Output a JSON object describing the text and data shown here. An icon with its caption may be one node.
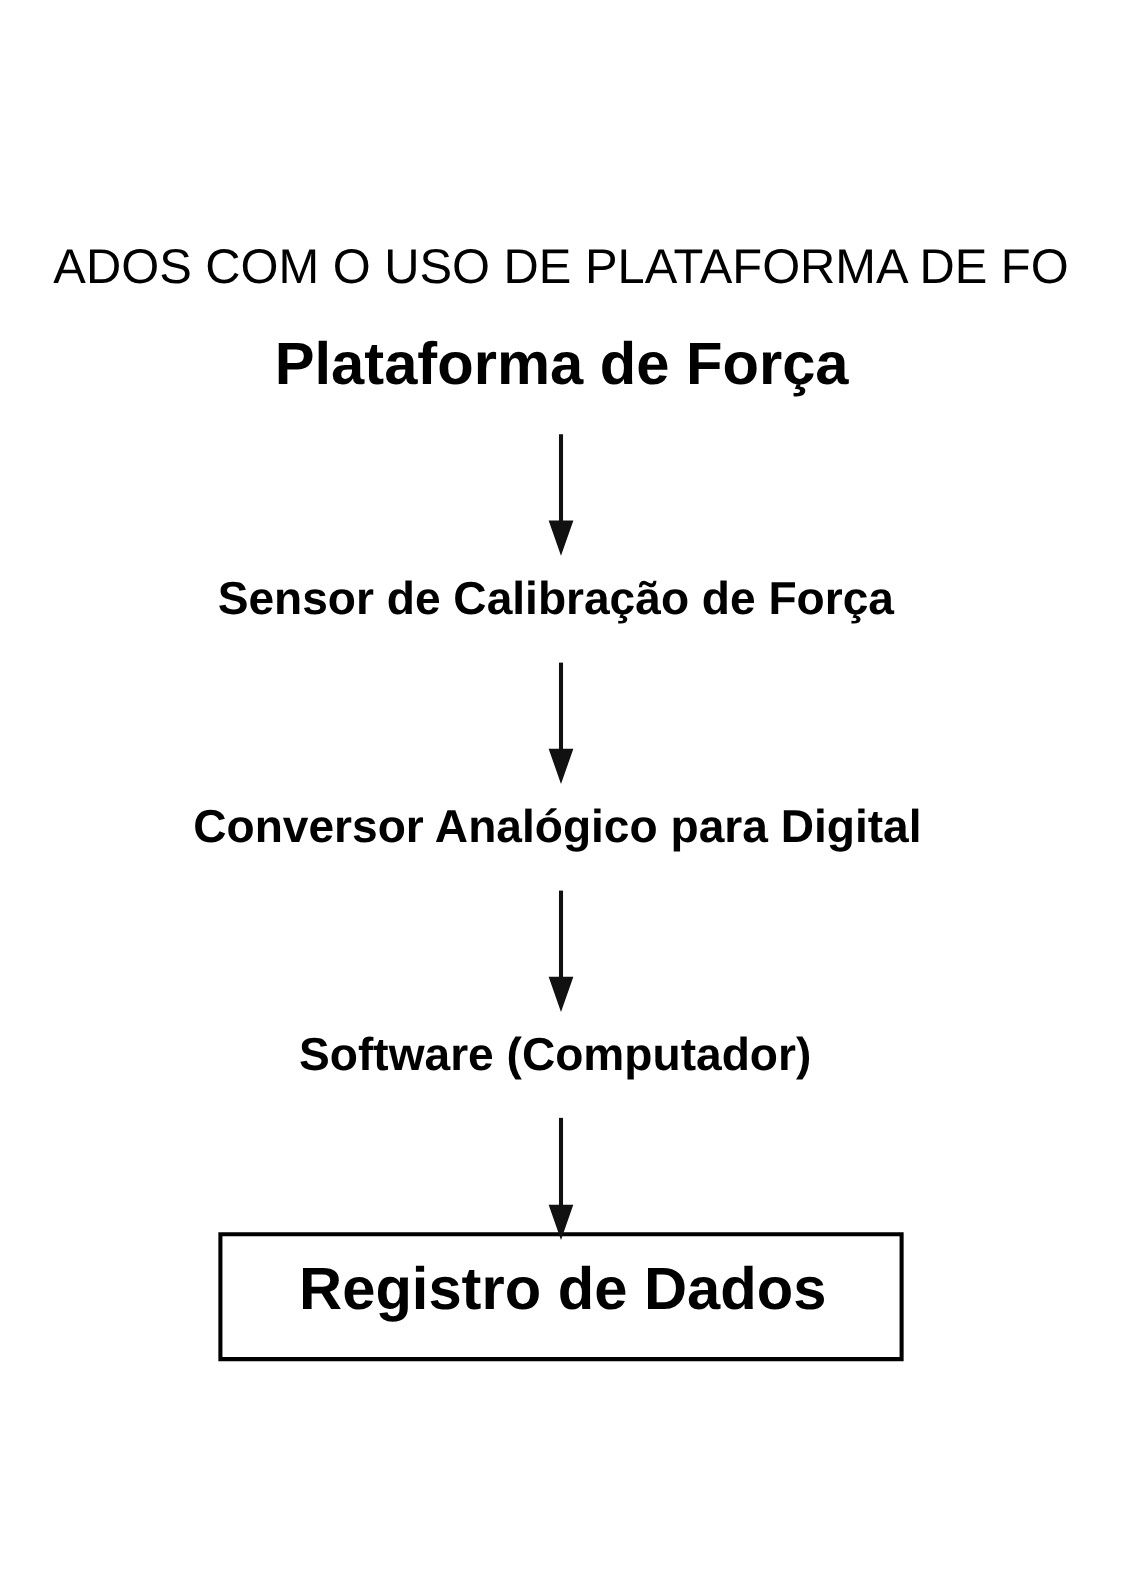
{
  "diagram": {
    "title": "ADOS COM O USO DE PLATAFORMA DE FO",
    "nodes": [
      {
        "text": [
          "Plataforma de Força"
        ]
      },
      {
        "text": [
          "Sensor de Calibração de Força"
        ]
      },
      {
        "text": [
          "Conversor Analógico para Digital"
        ]
      },
      {
        "text": [
          "Software (Computador)"
        ]
      },
      {
        "text": [
          "Registro de Dados"
        ]
      }
    ],
    "edges": [
      {
        "from": 0,
        "to": 1,
        "arrow": "to"
      },
      {
        "from": 1,
        "to": 2,
        "arrow": "to"
      },
      {
        "from": 2,
        "to": 3,
        "arrow": "to"
      },
      {
        "from": 3,
        "to": 4,
        "arrow": "to"
      }
    ]
  }
}
